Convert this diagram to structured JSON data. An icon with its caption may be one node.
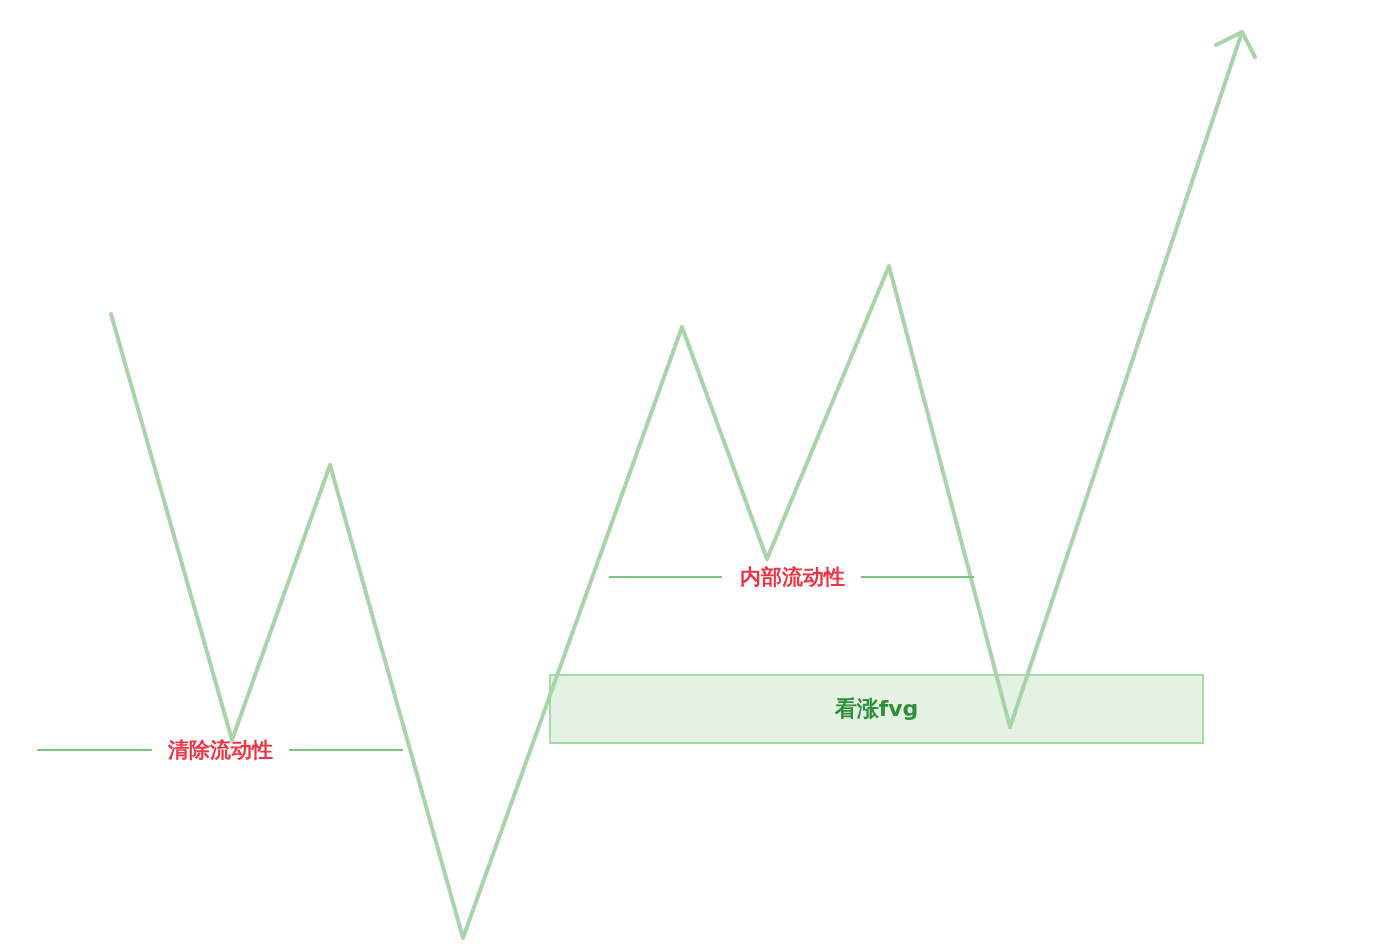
{
  "diagram": {
    "nodes": [
      {
        "text": [
          "看涨fvg"
        ]
      }
    ],
    "labels": [
      "清除流动性",
      "内部流动性"
    ]
  }
}
